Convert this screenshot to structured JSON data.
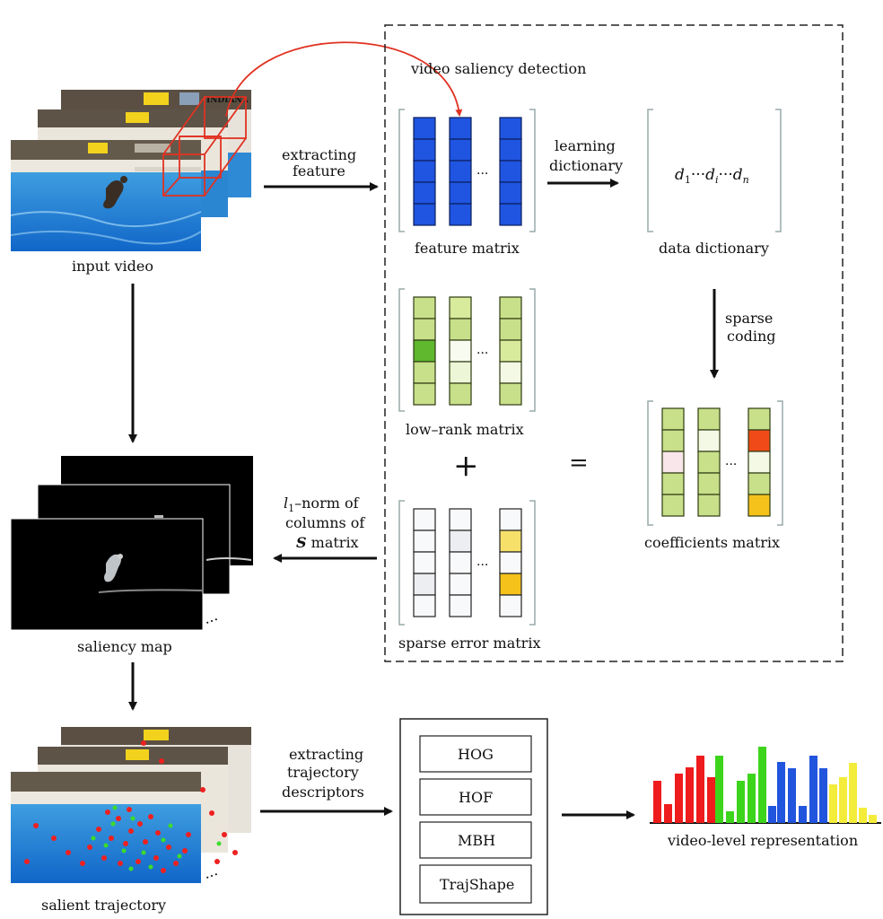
{
  "labels": {
    "input_video": "input video",
    "extracting_feature_1": "extracting",
    "extracting_feature_2": "feature",
    "video_saliency_detection": "video saliency detection",
    "feature_matrix": "feature matrix",
    "learning_dictionary_1": "learning",
    "learning_dictionary_2": "dictionary",
    "data_dictionary": "data dictionary",
    "d1": "d",
    "d1_sub": "1",
    "di": "d",
    "di_sub": "i",
    "dn": "d",
    "dn_sub": "n",
    "ellipsis": "···",
    "col_ellipsis": "···",
    "sparse_coding_1": "sparse",
    "sparse_coding_2": "coding",
    "low_rank_matrix": "low–rank matrix",
    "plus": "+",
    "equals": "=",
    "coefficients_matrix": "coefficients matrix",
    "l1_norm_l": "l",
    "l1_norm_sub": "1",
    "l1_norm_rest": "–norm of",
    "columns_of": "columns of",
    "s_matrix_s": "S",
    "s_matrix_rest": " matrix",
    "sparse_error_matrix": "sparse error matrix",
    "saliency_map": "saliency map",
    "salient_trajectory": "salient trajectory",
    "extracting_traj_1": "extracting",
    "extracting_traj_2": "trajectory",
    "extracting_traj_3": "descriptors",
    "hog": "HOG",
    "hof": "HOF",
    "mbh": "MBH",
    "trajshape": "TrajShape",
    "video_level_representation": "video-level representation",
    "watermark": "INDIANA"
  },
  "colors": {
    "blue_cell": "#1f55e0",
    "green_cell": "#c8e08a",
    "green_dark": "#5fb82e",
    "orange": "#f04a18",
    "yellow": "#f5c21b",
    "yellow_light": "#f7e06a",
    "red_arrow": "#e03222",
    "hist_red": "#ee1c1c",
    "hist_green": "#3dd41c",
    "hist_blue": "#2255dd",
    "hist_yellow": "#f4ec3a"
  }
}
